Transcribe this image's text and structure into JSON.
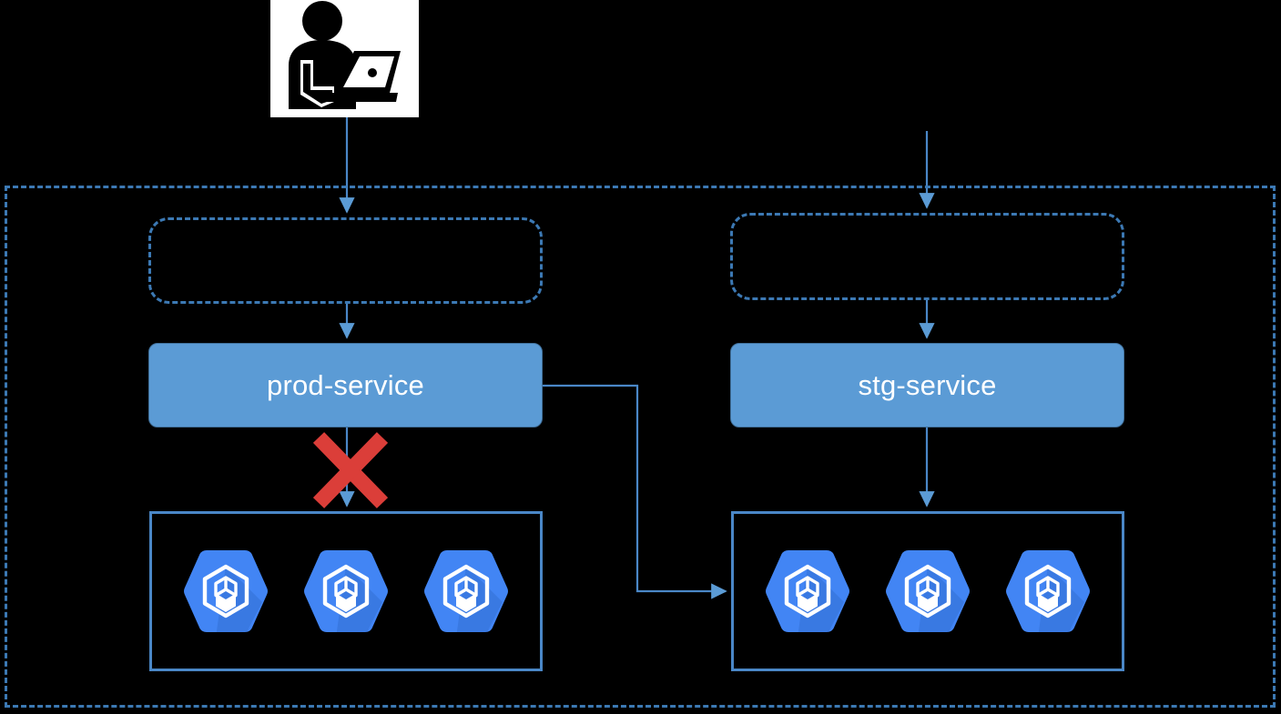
{
  "diagram": {
    "title": "Kubernetes prod/stg service traffic shift",
    "background_color": "#000000",
    "accent_line_color": "#4A87C7",
    "service_fill_color": "#5B9BD5",
    "pod_icon_color": "#4285F4",
    "failure_color": "#DB3E39",
    "dashed_border_color": "#3C79B4"
  },
  "cluster": {
    "label": "",
    "border_style": "dashed"
  },
  "actor": {
    "icon": "user-at-laptop-icon",
    "label": ""
  },
  "columns": [
    {
      "id": "prod",
      "ingress": {
        "label": "",
        "icon": "dashed-rounded-box"
      },
      "service": {
        "label": "prod-service"
      },
      "pods": {
        "label": "",
        "items": [
          {
            "icon": "kubernetes-pod-icon",
            "label": ""
          },
          {
            "icon": "kubernetes-pod-icon",
            "label": ""
          },
          {
            "icon": "kubernetes-pod-icon",
            "label": ""
          }
        ]
      },
      "status": {
        "marker": "red-x-icon",
        "label": ""
      }
    },
    {
      "id": "stg",
      "ingress": {
        "label": "",
        "icon": "dashed-rounded-box"
      },
      "service": {
        "label": "stg-service"
      },
      "pods": {
        "label": "",
        "items": [
          {
            "icon": "kubernetes-pod-icon",
            "label": ""
          },
          {
            "icon": "kubernetes-pod-icon",
            "label": ""
          },
          {
            "icon": "kubernetes-pod-icon",
            "label": ""
          }
        ]
      },
      "status": {
        "marker": "",
        "label": ""
      }
    }
  ],
  "connectors": [
    {
      "id": "user-to-prod-ingress",
      "label": "",
      "from": "actor",
      "to": "prod.ingress"
    },
    {
      "id": "prod-ingress-to-prod-service",
      "label": "",
      "from": "prod.ingress",
      "to": "prod.service"
    },
    {
      "id": "prod-service-to-prod-pods",
      "label": "",
      "from": "prod.service",
      "to": "prod.pods",
      "blocked": true
    },
    {
      "id": "external-to-stg-ingress",
      "label": "",
      "from": "external",
      "to": "stg.ingress"
    },
    {
      "id": "stg-ingress-to-stg-service",
      "label": "",
      "from": "stg.ingress",
      "to": "stg.service"
    },
    {
      "id": "stg-service-to-stg-pods",
      "label": "",
      "from": "stg.service",
      "to": "stg.pods"
    },
    {
      "id": "prod-service-to-stg-pods",
      "label": "",
      "from": "prod.service",
      "to": "stg.pods"
    }
  ]
}
